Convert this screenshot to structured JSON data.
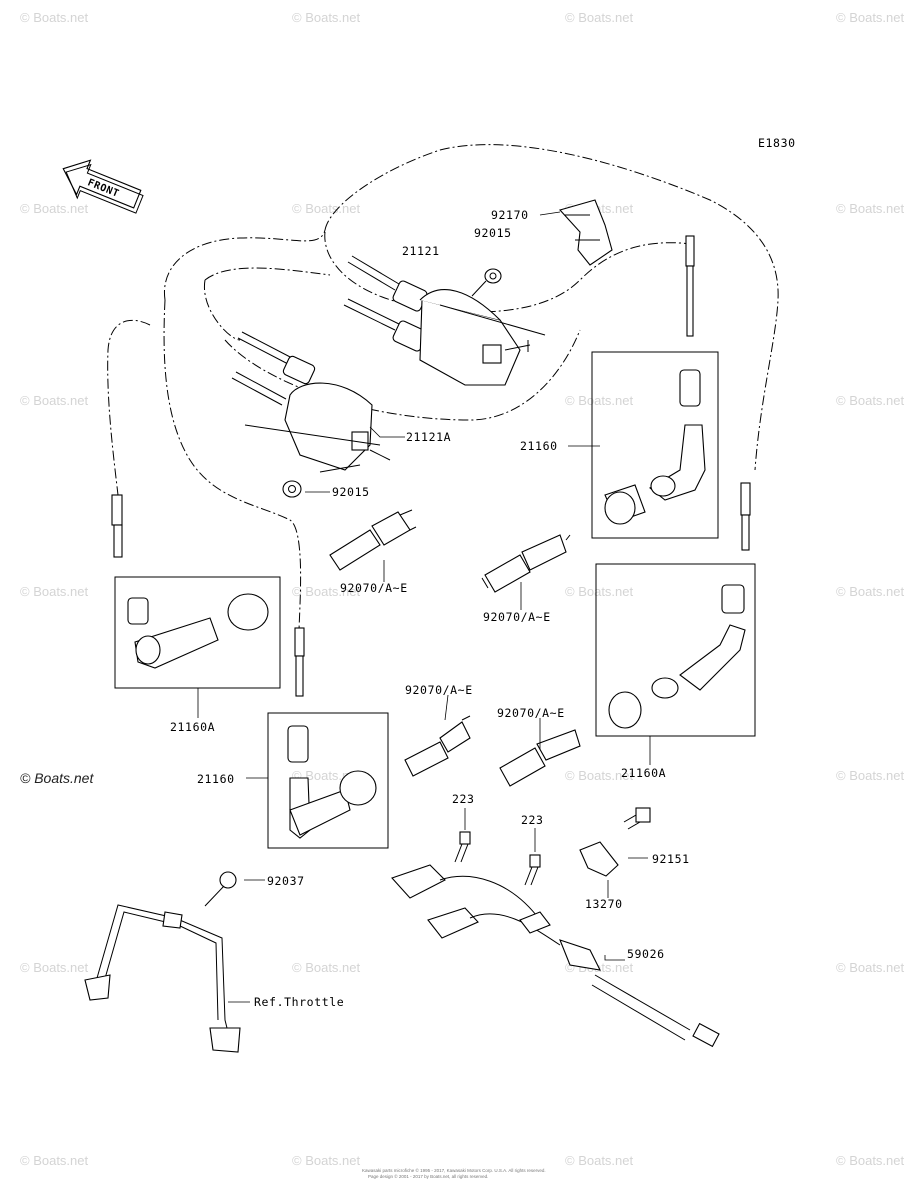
{
  "diagram": {
    "code": "E1830",
    "front_label": "FRONT",
    "labels": {
      "p92170": "92170",
      "p92015_top": "92015",
      "p21121": "21121",
      "p21121A": "21121A",
      "p92015_mid": "92015",
      "p21160_right": "21160",
      "p92070_left": "92070/A~E",
      "p92070_mid": "92070/A~E",
      "p92070_low1": "92070/A~E",
      "p92070_low2": "92070/A~E",
      "p21160A_left": "21160A",
      "p21160A_right": "21160A",
      "p21160_left": "21160",
      "p223_a": "223",
      "p223_b": "223",
      "p92151": "92151",
      "p13270": "13270",
      "p92037": "92037",
      "p59026": "59026",
      "ref_throttle": "Ref.Throttle"
    }
  },
  "watermarks": {
    "text": "© Boats.net"
  },
  "footer": {
    "line1": "Kawasaki parts microfiche © 1995 - 2017, Kawasaki Motors Corp. U.S.A. All rights reserved.",
    "line2": "Page design © 2001 - 2017 by Boats.net, all rights reserved."
  }
}
